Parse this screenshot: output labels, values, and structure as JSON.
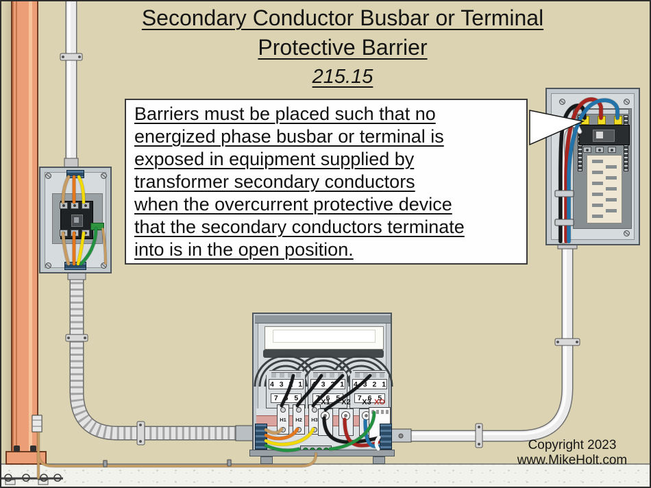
{
  "title": {
    "line1": "Secondary Conductor Busbar or Terminal",
    "line2": "Protective Barrier",
    "code": "215.15"
  },
  "note": {
    "lines": [
      "Barriers must be placed such that no",
      "energized phase busbar or terminal is",
      "exposed in equipment supplied by",
      "transformer secondary conductors",
      "when the overcurrent protective device",
      "that the secondary conductors terminate",
      "into is in the open position."
    ]
  },
  "transformer": {
    "winding_top": "4 3 2 1",
    "winding_bottom": "7 6 5",
    "primary": [
      "H1",
      "H2",
      "H3"
    ],
    "secondary": [
      "X1",
      "X2",
      "X3"
    ],
    "neutral": "XO"
  },
  "footer": {
    "copyright": "Copyright 2023",
    "website": "www.MikeHolt.com"
  },
  "colors": {
    "background": "#dbd3b1",
    "floor": "#f1f2ec",
    "pole_wood": "#ec9f76",
    "enclosure_gray": "#c3cacd",
    "terminal_barrier_yellow": "#f1de24",
    "barrier_pink": "#dba49e",
    "wire_black": "#17181a",
    "wire_red": "#a6251f",
    "wire_blue": "#2273aa",
    "wire_white": "#f7f7f7",
    "wire_green": "#229140",
    "wire_tan": "#c69c63",
    "wire_orange": "#e4771c",
    "wire_yellow": "#f2d90a",
    "neutral_label_red": "#b5372f"
  }
}
